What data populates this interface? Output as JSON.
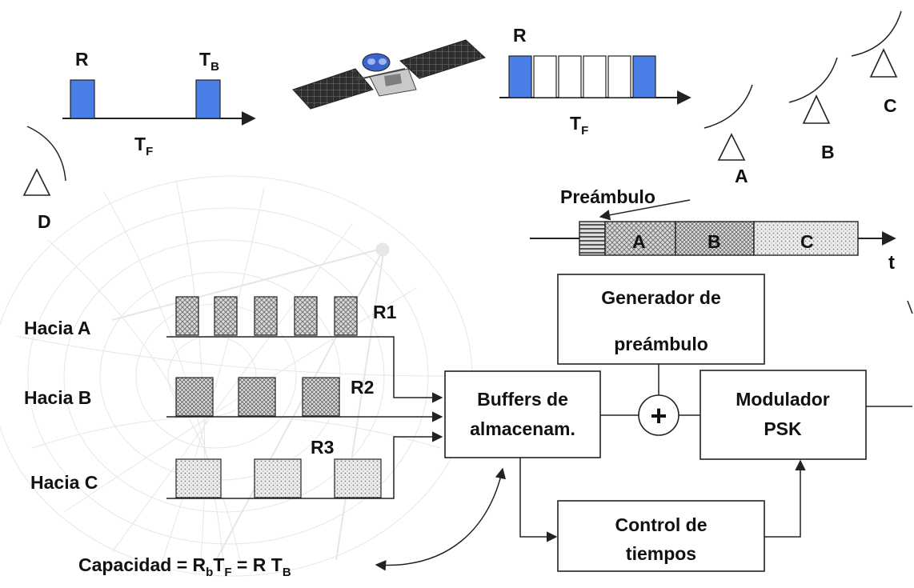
{
  "top_left_frame": {
    "r": "R",
    "tb_main": "T",
    "tb_sub": "B",
    "tf_main": "T",
    "tf_sub": "F"
  },
  "top_right_frame": {
    "r": "R",
    "tf_main": "T",
    "tf_sub": "F"
  },
  "stations": {
    "a": "A",
    "b": "B",
    "c": "C",
    "d": "D"
  },
  "frame_bar": {
    "preamble": "Preámbulo",
    "seg_a": "A",
    "seg_b": "B",
    "seg_c": "C",
    "time": "t"
  },
  "inputs": [
    {
      "label": "Hacia A",
      "rate": "R1"
    },
    {
      "label": "Hacia B",
      "rate": "R2"
    },
    {
      "label": "Hacia C",
      "rate": "R3"
    }
  ],
  "blocks": {
    "generator_line1": "Generador de",
    "generator_line2": "preámbulo",
    "buffers_line1": "Buffers de",
    "buffers_line2": "almacenam.",
    "adder": "+",
    "modulator_line1": "Modulador",
    "modulator_line2": "PSK",
    "timing_line1": "Control de",
    "timing_line2": "tiempos"
  },
  "capacity": {
    "prefix": "Capacidad = R",
    "rb_sub": "b",
    "t1": "T",
    "tf_sub": "F",
    "mid": " = R  T",
    "tb_sub": "B"
  },
  "colors": {
    "accent_burst": "#4a7fe8",
    "hatch": "#9a9a9a"
  }
}
